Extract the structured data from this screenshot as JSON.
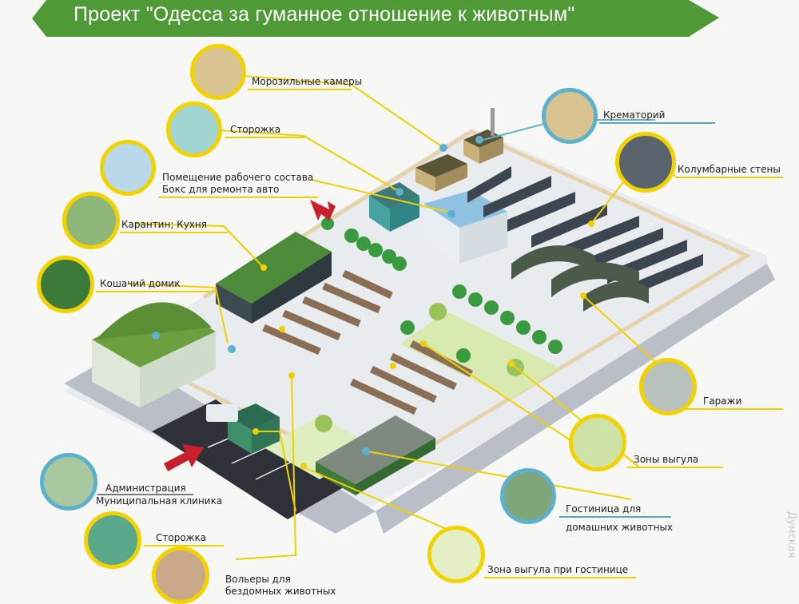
{
  "title": "Проект \"Одесса за гуманное отношение к животным\"",
  "colors": {
    "banner": "#4f9a36",
    "yellow": "#f2d300",
    "blue": "#5eb1cc",
    "green_roof": "#4d8a3a",
    "road": "#b9bec7",
    "grass": "#d8eab0"
  },
  "labels": {
    "freezer": "Морозильные камеры",
    "guard1": "Сторожка",
    "staff_room": "Помещение рабочего состава",
    "car_repair": "Бокс для ремонта авто",
    "quarantine": "Карантин; Кухня",
    "cat_house": "Кошачий домик",
    "crematorium": "Крематорий",
    "columbarium": "Колумбарные стены",
    "garages": "Гаражи",
    "walk_zones": "Зоны выгула",
    "hotel": "Гостиница для",
    "hotel2": "домашних животных",
    "hotel_walk": "Зона выгула при гостинице",
    "admin": "Администрация",
    "clinic": "Муниципальная клиника",
    "guard2": "Сторожка",
    "enclosures": "Вольеры для",
    "enclosures2": "бездомных животных"
  },
  "watermark": "Думская",
  "icons": [
    "arrow-entrance-icon",
    "tree-icon",
    "car-icon",
    "wheelchair-icon"
  ]
}
